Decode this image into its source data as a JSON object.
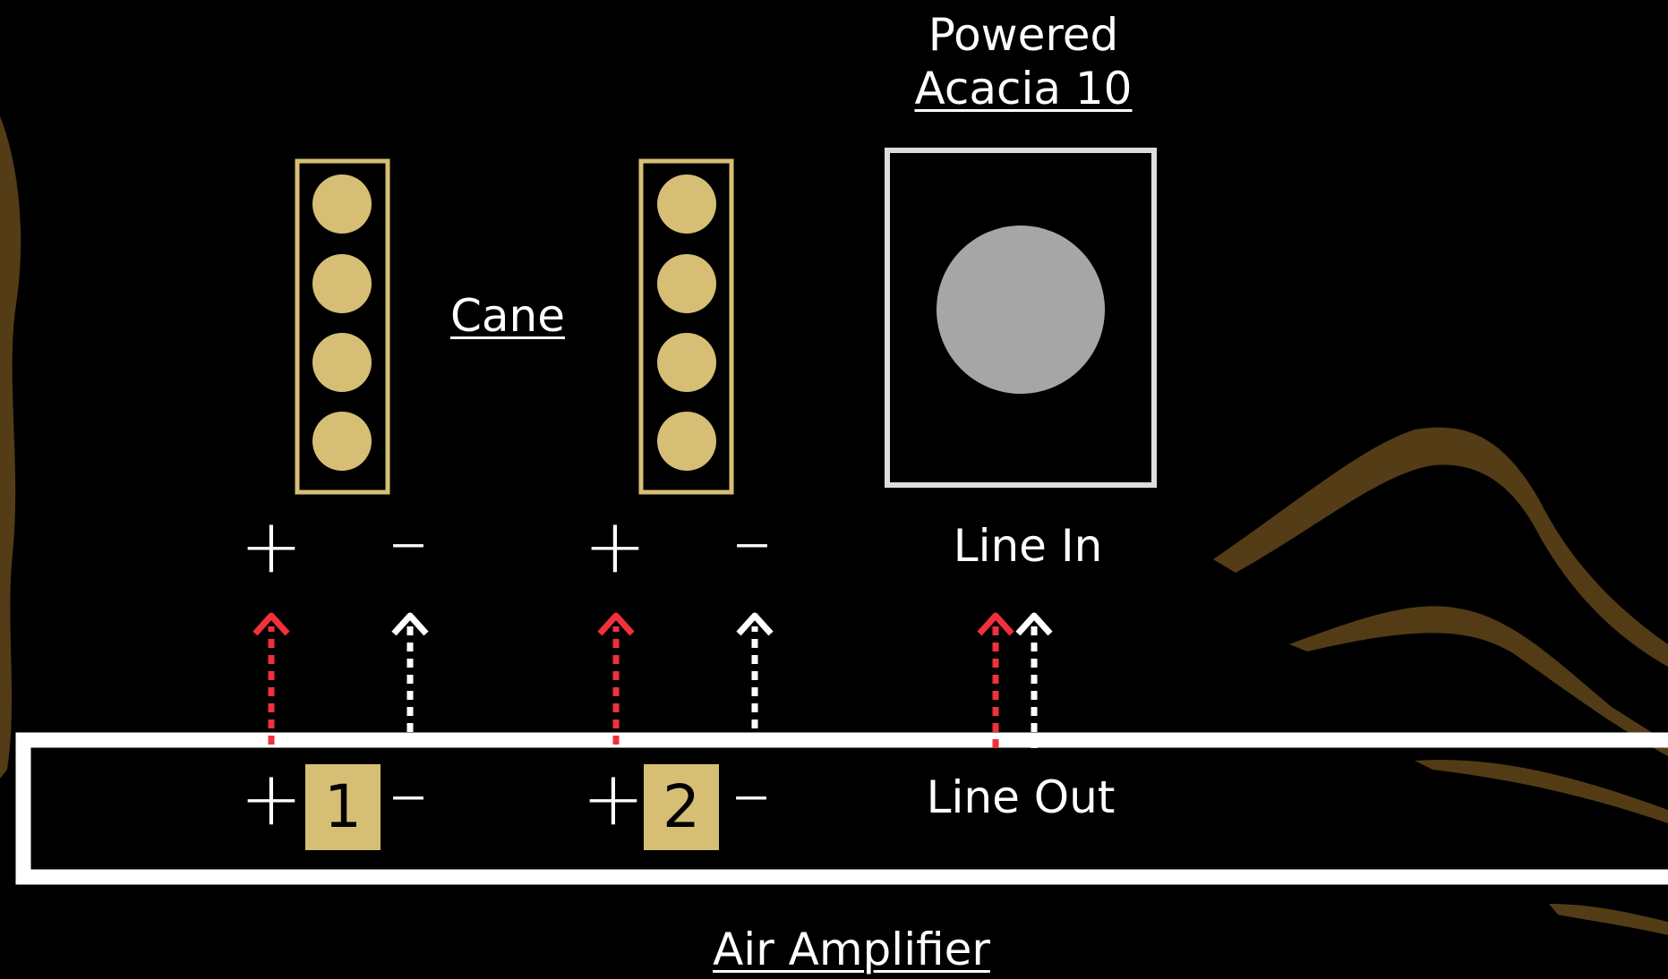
{
  "colors": {
    "background": "#000000",
    "gold": "#d6bf75",
    "white": "#ffffff",
    "red": "#f0313c",
    "gray_frame": "#dddddd",
    "gray_circle": "#a6a6a6",
    "swirl": "#5c4318"
  },
  "speaker": {
    "title_line1": "Powered",
    "title_line2": "Acacia 10",
    "input_label": "Line In"
  },
  "cane": {
    "label": "Cane"
  },
  "terminals": {
    "plus": "+",
    "minus": "–"
  },
  "amplifier": {
    "name": "Air Amplifier",
    "channel1": "1",
    "channel2": "2",
    "output_label": "Line Out"
  },
  "wires": [
    {
      "name": "ch1-plus",
      "color": "red"
    },
    {
      "name": "ch1-minus",
      "color": "white"
    },
    {
      "name": "ch2-plus",
      "color": "red"
    },
    {
      "name": "ch2-minus",
      "color": "white"
    },
    {
      "name": "line-left",
      "color": "red"
    },
    {
      "name": "line-right",
      "color": "white"
    }
  ]
}
